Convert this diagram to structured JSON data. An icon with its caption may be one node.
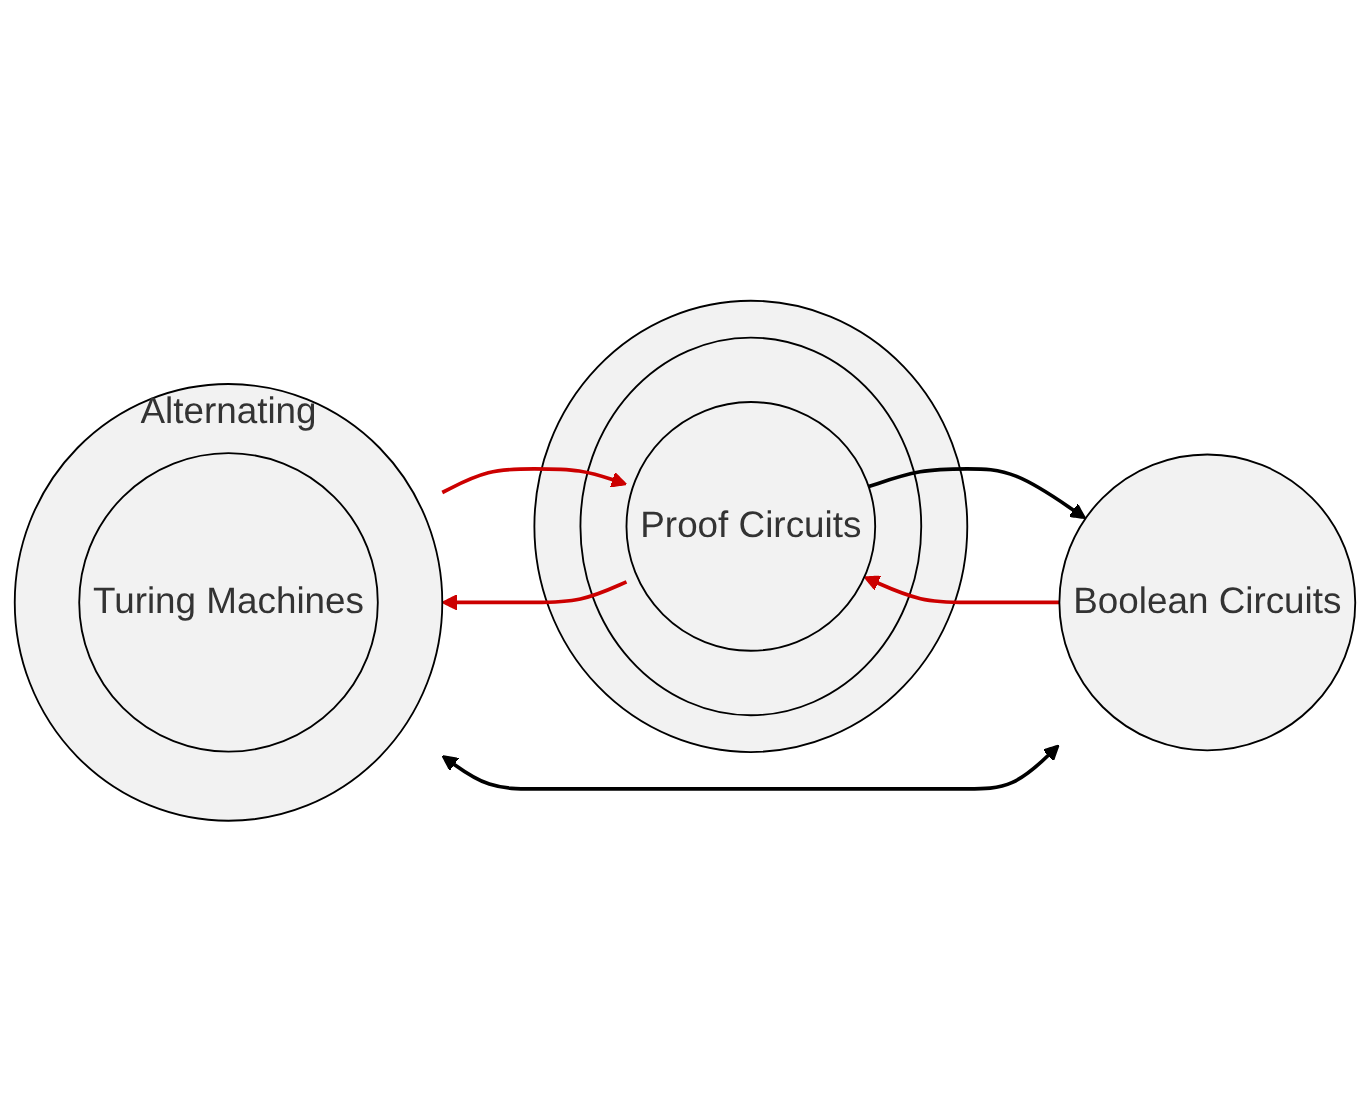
{
  "diagram": {
    "nodes": [
      {
        "text": [],
        "shape": "circle"
      },
      {
        "text": [],
        "shape": "circle",
        "in": 0
      },
      {
        "text": [
          "Proof Circuits"
        ],
        "in": 1
      },
      {
        "text": [
          "Alternating"
        ]
      },
      {
        "text": [
          "Turing Machines"
        ],
        "in": 3
      },
      {
        "text": [
          "Boolean Circuits"
        ]
      }
    ],
    "edges": [
      {
        "from": 3,
        "to": 2,
        "arrow": "to"
      },
      {
        "from": 2,
        "to": 3,
        "arrow": "to"
      },
      {
        "from": 5,
        "to": 2,
        "arrow": "to"
      },
      {
        "from": 2,
        "to": 5,
        "arrow": "to",
        "color": "#000000"
      },
      {
        "from": 5,
        "to": 3,
        "arrow": "both",
        "color": "#000000"
      }
    ]
  }
}
